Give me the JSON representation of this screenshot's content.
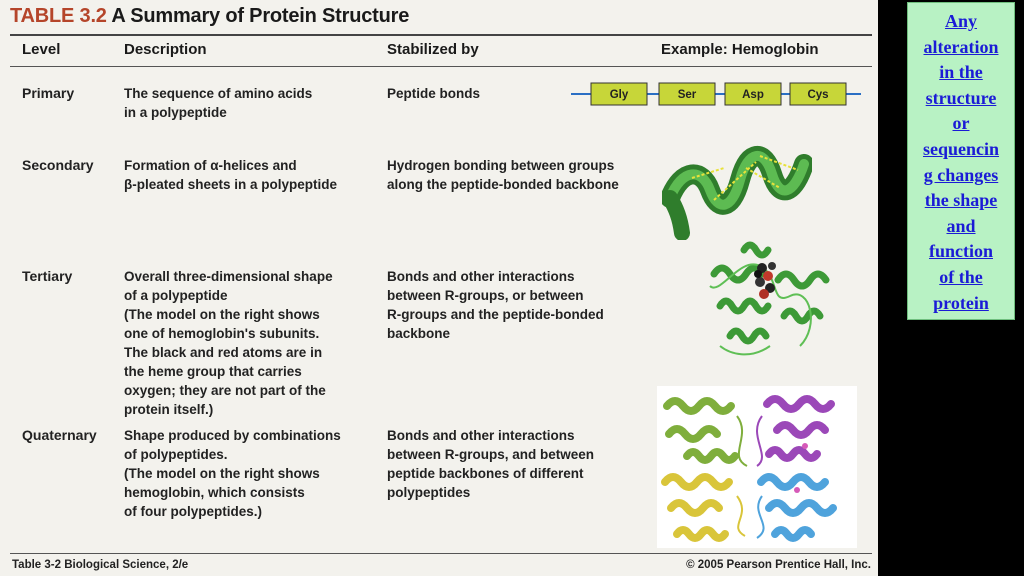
{
  "table": {
    "number": "TABLE 3.2",
    "title": "A Summary of Protein Structure",
    "headers": {
      "level": "Level",
      "description": "Description",
      "stabilized": "Stabilized by",
      "example": "Example: Hemoglobin"
    },
    "rows": [
      {
        "level": "Primary",
        "description": [
          "The sequence of amino acids",
          "in a polypeptide"
        ],
        "stabilized": [
          "Peptide bonds"
        ]
      },
      {
        "level": "Secondary",
        "description": [
          "Formation of α-helices and",
          "β-pleated sheets in a polypeptide"
        ],
        "stabilized": [
          "Hydrogen bonding between groups",
          "along the peptide-bonded backbone"
        ]
      },
      {
        "level": "Tertiary",
        "description": [
          "Overall three-dimensional shape",
          "of a polypeptide",
          "(The model on the right shows",
          "one of hemoglobin's subunits.",
          "The black and red atoms are in",
          "the heme group that carries",
          "oxygen; they are not part of the",
          "protein itself.)"
        ],
        "stabilized": [
          "Bonds and other interactions",
          "between R-groups, or between",
          "R-groups and the peptide-bonded",
          "backbone"
        ]
      },
      {
        "level": "Quaternary",
        "description": [
          "Shape produced by combinations",
          "of polypeptides.",
          "(The model on the right shows",
          "hemoglobin, which consists",
          "of four polypeptides.)"
        ],
        "stabilized": [
          "Bonds and other interactions",
          "between R-groups, and between",
          "peptide backbones of different",
          "polypeptides"
        ]
      }
    ],
    "amino_acids": [
      "Gly",
      "Ser",
      "Asp",
      "Cys"
    ],
    "footer_left": "Table 3-2  Biological Science, 2/e",
    "footer_right": "© 2005 Pearson Prentice Hall, Inc."
  },
  "note": {
    "lines": [
      "Any",
      "alteration",
      "in the",
      "structure",
      "or",
      "sequencin",
      "g changes",
      "the shape",
      "and",
      "function",
      "of the",
      "protein"
    ]
  },
  "colors": {
    "amino_box": "#c7d639",
    "chain_line": "#2a6fc4",
    "helix": "#3f9a3a",
    "note_bg": "#b8f2c4",
    "note_text": "#1b1bd6",
    "table_number": "#b5452a"
  }
}
